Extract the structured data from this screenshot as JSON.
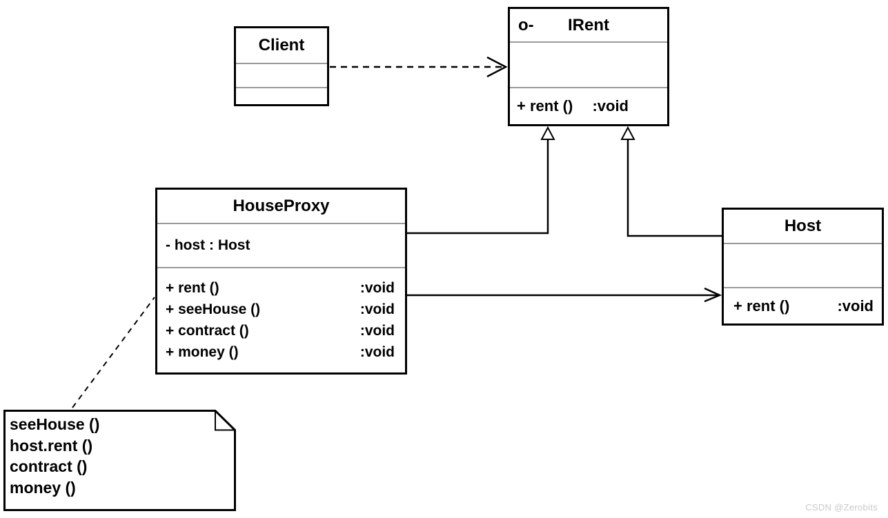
{
  "classes": {
    "client": {
      "title": "Client"
    },
    "irent": {
      "lollipop": "o-",
      "title": "IRent",
      "methods": [
        {
          "sig": "+ rent ()",
          "ret": ":void"
        }
      ]
    },
    "houseproxy": {
      "title": "HouseProxy",
      "attributes": [
        "- host : Host"
      ],
      "methods": [
        {
          "sig": "+ rent ()",
          "ret": ":void"
        },
        {
          "sig": "+ seeHouse ()",
          "ret": ":void"
        },
        {
          "sig": "+ contract ()",
          "ret": ":void"
        },
        {
          "sig": "+ money ()",
          "ret": ":void"
        }
      ]
    },
    "host": {
      "title": "Host",
      "methods": [
        {
          "sig": "+ rent ()",
          "ret": ":void"
        }
      ]
    }
  },
  "note": {
    "lines": [
      "seeHouse ()",
      "host.rent ()",
      "contract ()",
      "money ()"
    ]
  },
  "relationships": [
    {
      "from": "Client",
      "to": "IRent",
      "type": "dependency",
      "style": "dashed open arrow"
    },
    {
      "from": "HouseProxy",
      "to": "IRent",
      "type": "realization",
      "style": "solid line, hollow triangle"
    },
    {
      "from": "Host",
      "to": "IRent",
      "type": "realization",
      "style": "solid line, hollow triangle"
    },
    {
      "from": "HouseProxy",
      "to": "Host",
      "type": "association",
      "style": "solid open arrow"
    },
    {
      "from": "note",
      "to": "HouseProxy",
      "type": "anchor",
      "style": "dashed line"
    }
  ],
  "watermark": {
    "text": "CSDN @Zerobits"
  },
  "colors": {
    "line": "#000000",
    "divider": "#999999",
    "background": "#ffffff",
    "watermark": "#c9c9c9"
  }
}
